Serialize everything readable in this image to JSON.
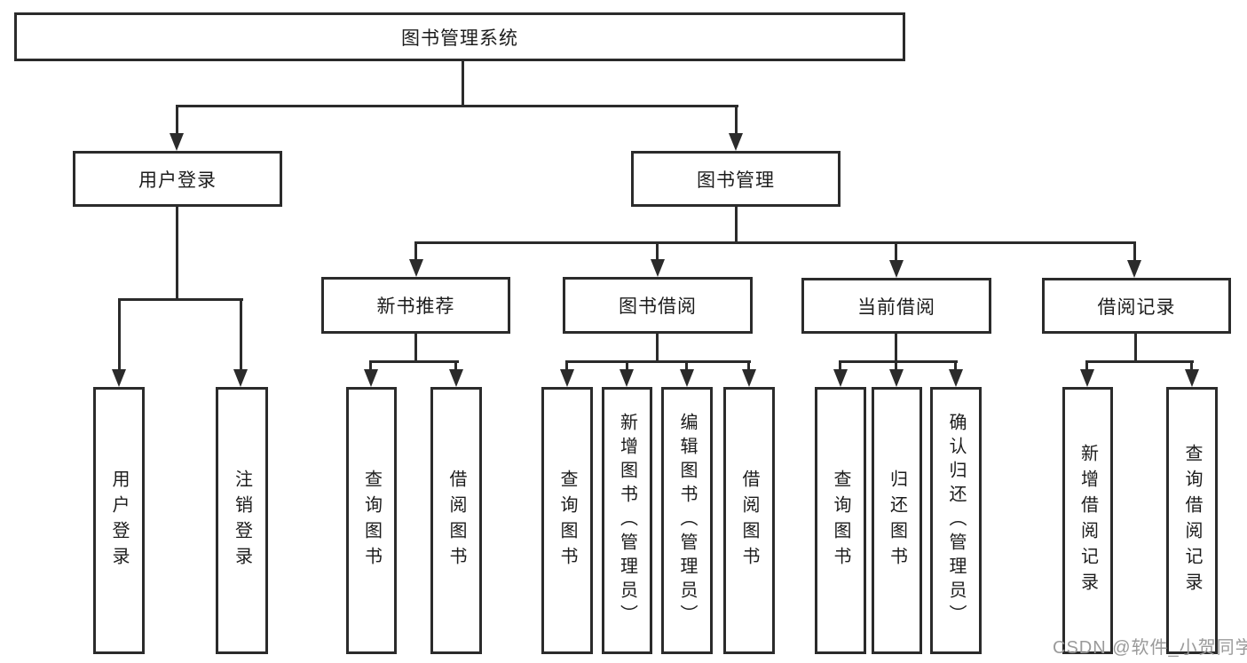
{
  "diagram": {
    "root": {
      "label": "图书管理系统"
    },
    "level1": [
      {
        "label": "用户登录"
      },
      {
        "label": "图书管理"
      }
    ],
    "level2": [
      {
        "label": "新书推荐"
      },
      {
        "label": "图书借阅"
      },
      {
        "label": "当前借阅"
      },
      {
        "label": "借阅记录"
      }
    ],
    "leaves": [
      {
        "label": "用户登录"
      },
      {
        "label": "注销登录"
      },
      {
        "label": "查询图书"
      },
      {
        "label": "借阅图书"
      },
      {
        "label": "查询图书"
      },
      {
        "label": "新增图书（管理员）"
      },
      {
        "label": "编辑图书（管理员）"
      },
      {
        "label": "借阅图书"
      },
      {
        "label": "查询图书"
      },
      {
        "label": "归还图书"
      },
      {
        "label": "确认归还（管理员）"
      },
      {
        "label": "新增借阅记录"
      },
      {
        "label": "查询借阅记录"
      }
    ]
  },
  "watermark": {
    "text": "CSDN @软件_小贺同学"
  },
  "colors": {
    "line": "#2b2b2b",
    "text": "#1c1c1c",
    "background": "#ffffff",
    "watermark": "#9a9a9a"
  }
}
